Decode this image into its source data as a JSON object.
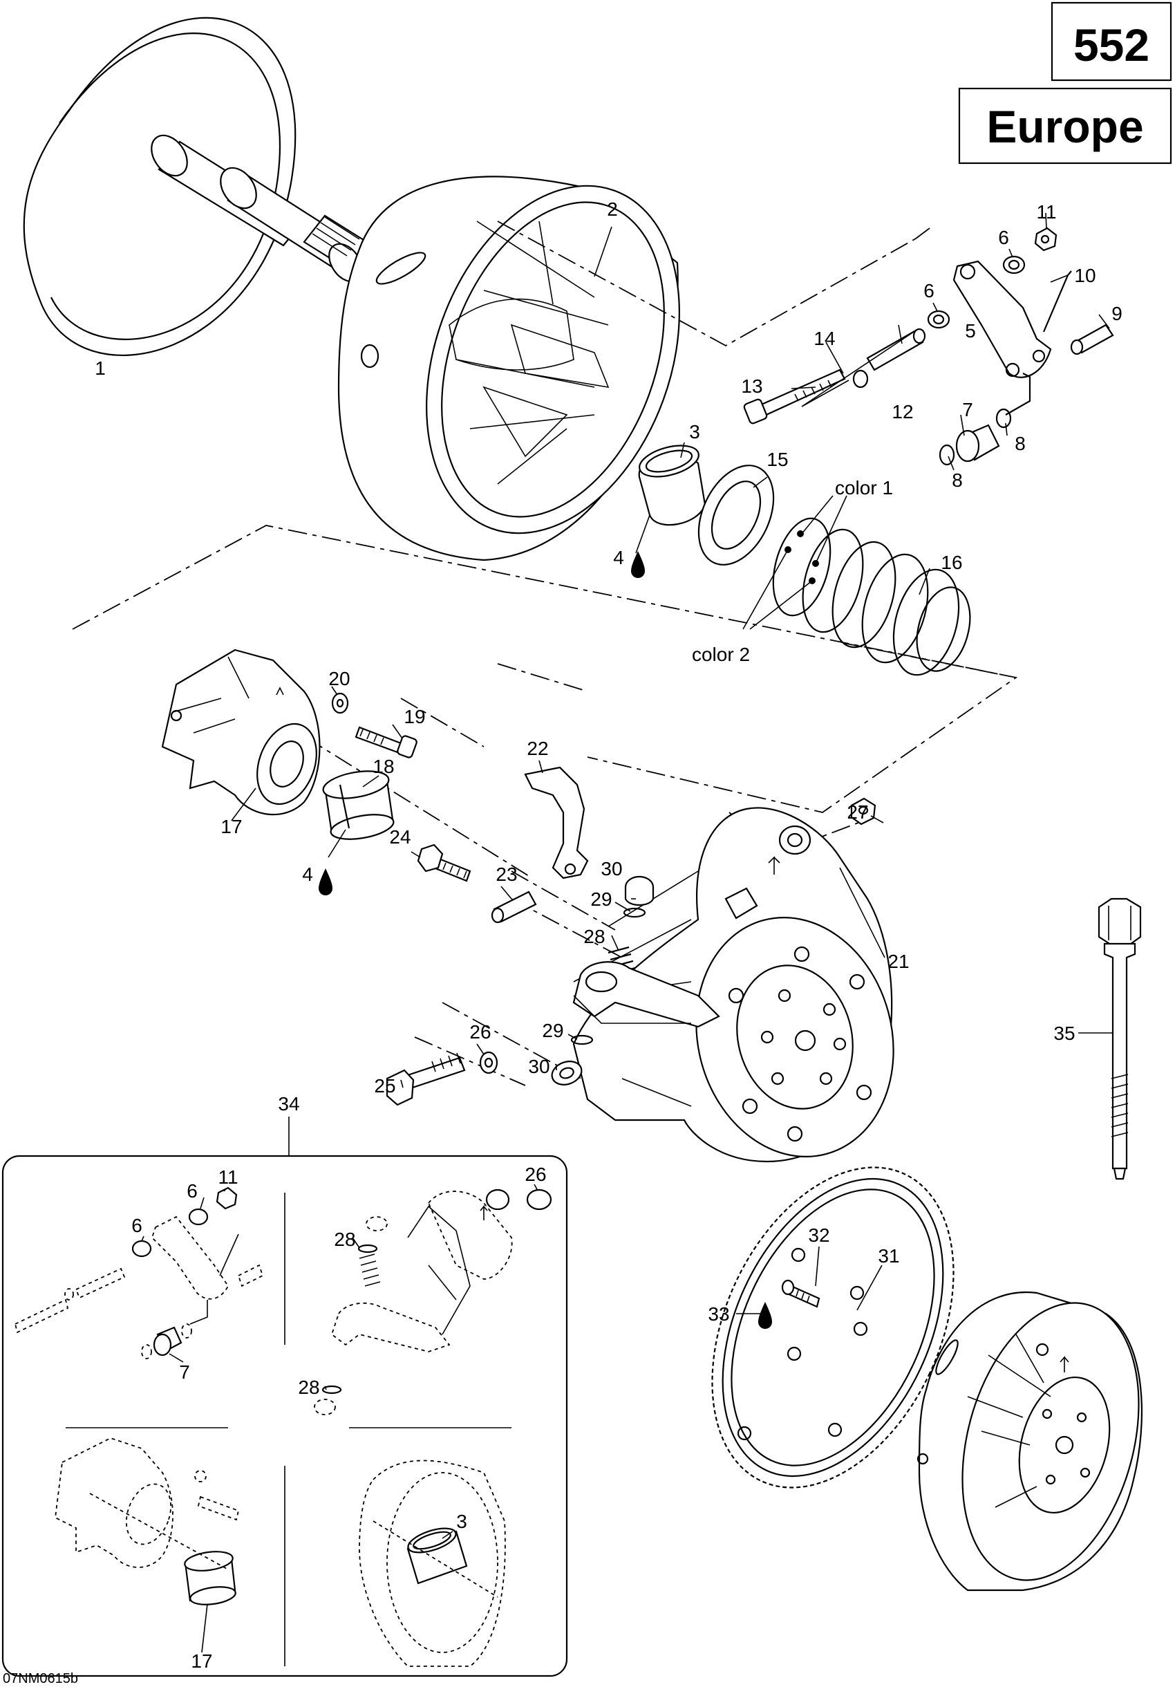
{
  "page_number": "552",
  "region": "Europe",
  "drawing_code": "07NM0615b",
  "callouts": {
    "c1": "1",
    "c2": "2",
    "c3": "3",
    "c4a": "4",
    "c4b": "4",
    "c5": "5",
    "c6a": "6",
    "c6b": "6",
    "c7": "7",
    "c8a": "8",
    "c8b": "8",
    "c9": "9",
    "c10": "10",
    "c11": "11",
    "c12": "12",
    "c13": "13",
    "c14": "14",
    "c15": "15",
    "c16": "16",
    "c17": "17",
    "c18": "18",
    "c19": "19",
    "c20": "20",
    "c21": "21",
    "c22": "22",
    "c23": "23",
    "c24": "24",
    "c25": "25",
    "c26": "26",
    "c27": "27",
    "c28": "28",
    "c29a": "29",
    "c29b": "29",
    "c30a": "30",
    "c30b": "30",
    "c31": "31",
    "c32": "32",
    "c33": "33",
    "c34": "34",
    "c35": "35",
    "color1": "color 1",
    "color2": "color 2"
  },
  "kit_callouts": {
    "k6a": "6",
    "k6b": "6",
    "k11": "11",
    "k7": "7",
    "k26": "26",
    "k28a": "28",
    "k28b": "28",
    "k3": "3",
    "k17": "17"
  },
  "icons": [
    "lubricant-drop-icon"
  ]
}
